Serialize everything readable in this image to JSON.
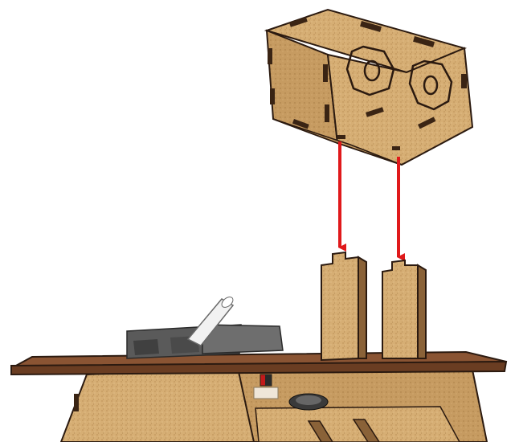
{
  "scene": {
    "colors": {
      "background": "#ffffff",
      "mdf_light": "#d9b277",
      "mdf_mid": "#c9a066",
      "mdf_dark": "#a9824b",
      "edge": "#2b1a10",
      "tabletop": "#7a4a2c",
      "tabletop_edge": "#5a331c",
      "tray_gray": "#6c6c6c",
      "tray_dark": "#4a4a4a",
      "arrow": "#e0191b"
    },
    "parts": [
      "wooden-box-with-speaker-holes",
      "peg-left",
      "peg-right",
      "tabletop",
      "gray-holder",
      "white-rod",
      "base-frame"
    ],
    "arrows": [
      "arrow-left",
      "arrow-right"
    ]
  }
}
